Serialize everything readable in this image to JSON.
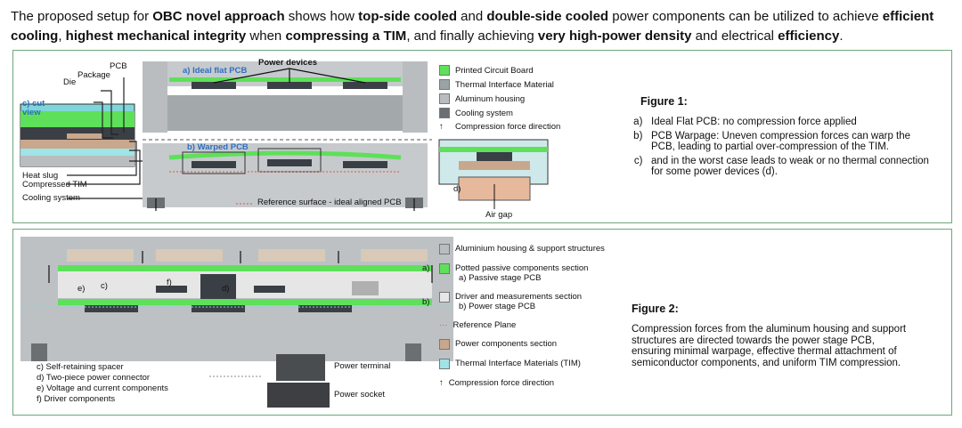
{
  "intro": {
    "parts": [
      {
        "t": "The proposed setup for ",
        "b": false
      },
      {
        "t": "OBC novel approach",
        "b": true
      },
      {
        "t": " shows how ",
        "b": false
      },
      {
        "t": "top-side cooled",
        "b": true
      },
      {
        "t": " and ",
        "b": false
      },
      {
        "t": "double-side cooled",
        "b": true
      },
      {
        "t": " power components can be utilized to achieve ",
        "b": false
      },
      {
        "t": "efficient cooling",
        "b": true
      },
      {
        "t": ", ",
        "b": false
      },
      {
        "t": "highest mechanical integrity",
        "b": true
      },
      {
        "t": " when ",
        "b": false
      },
      {
        "t": "compressing a TIM",
        "b": true
      },
      {
        "t": ", and finally achieving ",
        "b": false
      },
      {
        "t": "very high-power density",
        "b": true
      },
      {
        "t": " and electrical ",
        "b": false
      },
      {
        "t": "efficiency",
        "b": true
      },
      {
        "t": ".",
        "b": false
      }
    ]
  },
  "figure1": {
    "labels": {
      "pcb": "PCB",
      "package": "Package",
      "die": "Die",
      "cut_view": "c) cut view",
      "heat_slug": "Heat slug",
      "compressed_tim": "Compressed TIM",
      "cooling_system": "Cooling system",
      "ideal_flat": "a) Ideal flat PCB",
      "warped": "b) Warped PCB",
      "power_devices": "Power devices",
      "reference_surface": "Reference surface - ideal aligned PCB",
      "detail_d": "d)",
      "air_gap": "Air gap"
    },
    "legend": [
      {
        "label": "Printed Circuit Board",
        "color": "#5ee05a"
      },
      {
        "label": "Thermal Interface Material",
        "color": "#9aa3a6"
      },
      {
        "label": "Aluminum housing",
        "color": "#b9bdc0"
      },
      {
        "label": "Cooling system",
        "color": "#6b6f72"
      },
      {
        "label": "Compression force direction",
        "color": ""
      }
    ],
    "title": "Figure 1:",
    "items": [
      "Ideal Flat PCB: no compression force applied",
      "PCB Warpage: Uneven compression forces can warp the PCB, leading to partial over-compression of the TIM.",
      "and in the worst case leads to weak or no thermal connection for some power devices (d)."
    ]
  },
  "figure2": {
    "labels": {
      "a": "a)",
      "b": "b)",
      "c": "c)",
      "d": "d)",
      "e": "e)",
      "f": "f)",
      "power_terminal": "Power terminal",
      "power_socket": "Power socket"
    },
    "notes": [
      "c)  Self-retaining spacer",
      "d)  Two-piece power connector",
      "e)  Voltage and current components",
      "f)  Driver components"
    ],
    "legend": [
      {
        "label": "Aluminium housing & support structures",
        "sub": ""
      },
      {
        "label": "Potted passive components section",
        "sub": "a)  Passive stage PCB"
      },
      {
        "label": "Driver and measurements section",
        "sub": "b)  Power stage PCB"
      },
      {
        "label": "Reference Plane",
        "sub": ""
      },
      {
        "label": "Power components section",
        "sub": ""
      },
      {
        "label": "Thermal Interface Materials (TIM)",
        "sub": ""
      },
      {
        "label": "Compression force direction",
        "sub": ""
      }
    ],
    "title": "Figure 2:",
    "body": "Compression forces from the aluminum housing and support structures are directed towards the power stage PCB, ensuring minimal warpage, effective thermal attachment of semiconductor components, and uniform TIM compression."
  },
  "colors": {
    "pcb_green": "#5ee05a",
    "housing": "#b9bdc0",
    "cooling": "#6b6f72",
    "tim": "#9aa3a6",
    "frame": "#6ea77c",
    "blue_label": "#2e6fc0",
    "reference_red": "#e0553b",
    "power_component": "#c9a78d"
  }
}
